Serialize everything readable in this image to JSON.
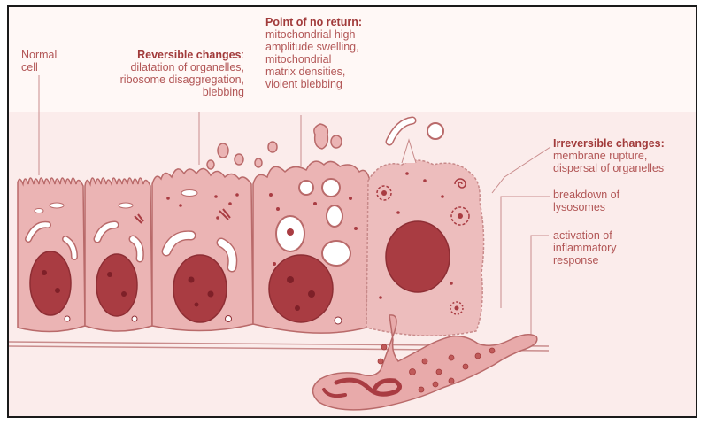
{
  "labels": {
    "normal_cell": "Normal\ncell",
    "reversible_title": "Reversible changes",
    "reversible_colon": ":",
    "reversible_text": "dilatation of organelles,\nribosome disaggregation,\nblebbing",
    "ponr_title": "Point of no return:",
    "ponr_text": "mitochondrial high\namplitude swelling,\nmitochondrial\nmatrix densities,\nviolent blebbing",
    "irreversible_title": "Irreversible changes:",
    "irreversible_text": "membrane rupture,\ndispersal of organelles",
    "lysosomes": "breakdown of\nlysosomes",
    "inflammatory": "activation of\ninflammatory\nresponse"
  },
  "colors": {
    "background": "#fbeceb",
    "header_band": "#fff8f6",
    "cell_fill": "#ebb4b4",
    "cell_outline": "#b96a6a",
    "nucleus": "#a93c42",
    "nucleus_spot": "#7e2028",
    "mitochondria": "#ffffff",
    "text": "#b25656",
    "title_text": "#a13a3a"
  }
}
